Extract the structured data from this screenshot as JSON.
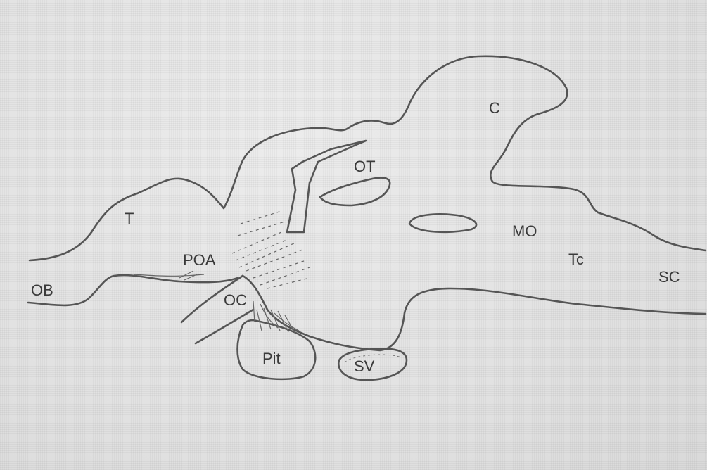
{
  "labels": {
    "OB": "OB",
    "T": "T",
    "POA": "POA",
    "OC": "OC",
    "Pit": "Pit",
    "SV": "SV",
    "OT": "OT",
    "C": "C",
    "MO": "MO",
    "Tc": "Tc",
    "SC": "SC"
  },
  "colors": {
    "background": "#e6e6e6",
    "outline": "#555555",
    "text": "#3a3a3a"
  }
}
